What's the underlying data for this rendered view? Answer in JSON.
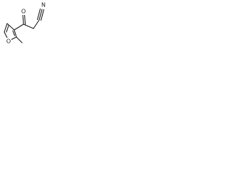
{
  "molecule": {
    "atoms": {
      "nitrile_nitrogen": "N",
      "carbonyl_oxygen": "O",
      "furan_oxygen": "O"
    },
    "colors": {
      "bond": "#1a1a1a",
      "label": "#1a1a1a",
      "background": "#ffffff"
    }
  }
}
